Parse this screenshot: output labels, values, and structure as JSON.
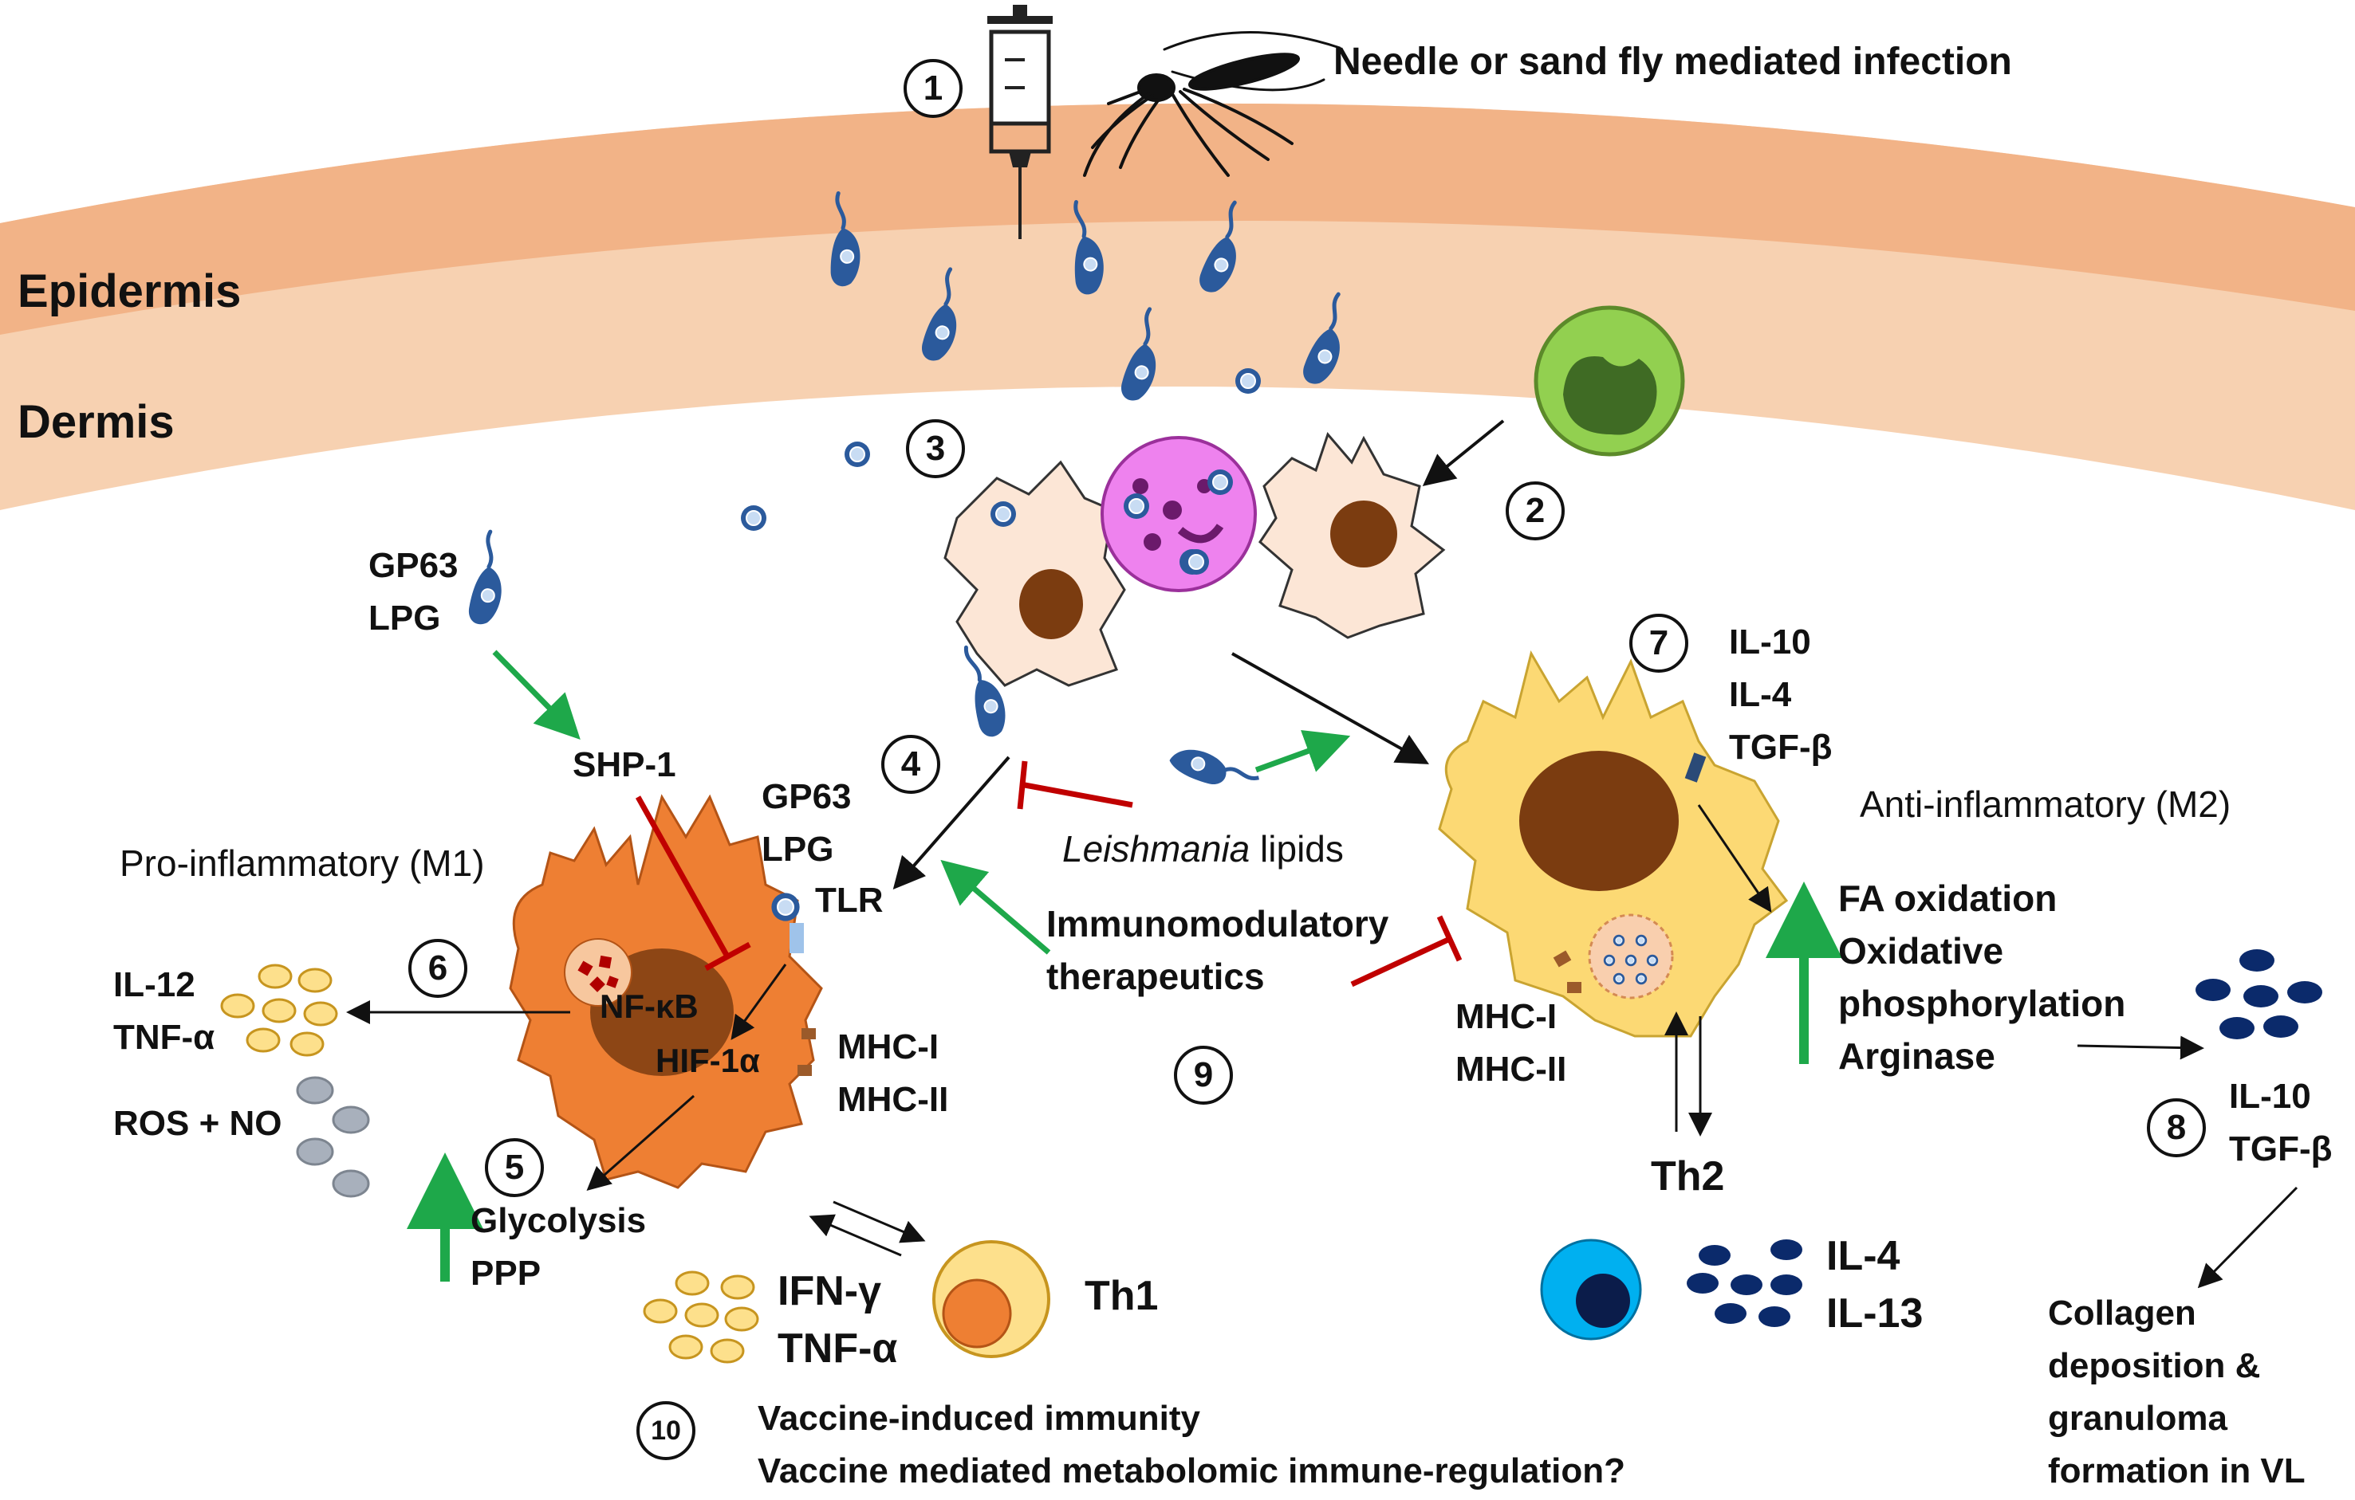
{
  "layers": {
    "epidermis": "Epidermis",
    "dermis": "Dermis"
  },
  "infection": "Needle or sand fly mediated infection",
  "steps": [
    "1",
    "2",
    "3",
    "4",
    "5",
    "6",
    "7",
    "8",
    "9",
    "10"
  ],
  "m1": {
    "title": "Pro-inflammatory (M1)",
    "surface": [
      "GP63",
      "LPG",
      "TLR"
    ],
    "parasite_factors": [
      "GP63",
      "LPG"
    ],
    "shp1": "SHP-1",
    "nfkb": "NF-κB",
    "hif": "HIF-1α",
    "cytokines": [
      "IL-12",
      "TNF-α"
    ],
    "ros": "ROS + NO",
    "mhc": [
      "MHC-I",
      "MHC-II"
    ],
    "metabolism": [
      "Glycolysis",
      "PPP"
    ]
  },
  "th1": {
    "label": "Th1",
    "cytokines": [
      "IFN-γ",
      "TNF-α"
    ]
  },
  "m2": {
    "title": "Anti-inflammatory (M2)",
    "cytokines": [
      "IL-10",
      "IL-4",
      "TGF-β"
    ],
    "metabolism": [
      "FA oxidation",
      "Oxidative",
      "phosphorylation",
      "Arginase"
    ],
    "mhc": [
      "MHC-I",
      "MHC-II"
    ]
  },
  "th2": {
    "label": "Th2",
    "cytokines": [
      "IL-4",
      "IL-13"
    ]
  },
  "lipids": {
    "italic": "Leishmania",
    "rest": " lipids"
  },
  "therapeutics": [
    "Immunomodulatory",
    "therapeutics"
  ],
  "step8": {
    "cytokines": [
      "IL-10",
      "TGF-β"
    ],
    "outcome": [
      "Collagen",
      "deposition &",
      "granuloma",
      "formation in VL"
    ]
  },
  "vaccine": [
    "Vaccine-induced immunity",
    "Vaccine mediated metabolomic immune-regulation?"
  ],
  "colors": {
    "epidermis": "#f2b387",
    "dermis": "#f7d1b1",
    "parasite": "#2b5a9c",
    "m1_cell": "#ee7f33",
    "m2_cell": "#fcd974",
    "resting_cell": "#fce6d6",
    "nucleus": "#7b3c10",
    "neutrophil": "#92d050",
    "eosinophil": "#ee82ee",
    "green_arrow": "#1ea84a",
    "red_inhibit": "#c00000",
    "th2_cell": "#00b0f0",
    "granule_yellow": "#fde08c",
    "ros_gray": "#a8b0bc"
  }
}
